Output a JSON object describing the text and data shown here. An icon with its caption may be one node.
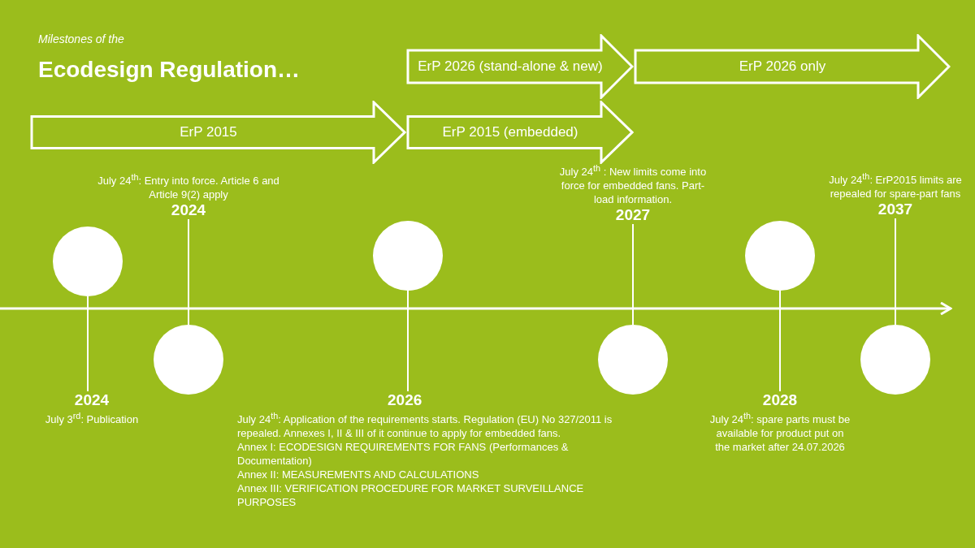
{
  "diagram": {
    "title": "Ecodesign Regulation…",
    "nodes": [
      {
        "text": [
          "ErP 2026 (stand-alone & new)"
        ]
      },
      {
        "text": [
          "ErP 2026 only"
        ]
      },
      {
        "text": [
          "ErP 2015"
        ]
      },
      {
        "text": [
          "ErP 2015 (embedded)"
        ]
      },
      {
        "text": [
          "July 24$^{th}$: Entry into force. Article 6 and Article 9(2) apply",
          "2024"
        ]
      },
      {
        "text": [
          "July 24$^{th}$ : New limits come into force for embedded fans. Part-load information.",
          "2027"
        ]
      },
      {
        "text": [
          "July 24$^{th}$: ErP2015 limits are repealed for spare-part fans",
          "2037"
        ]
      },
      {
        "text": [],
        "shape": "circle"
      },
      {
        "text": [],
        "shape": "circle"
      },
      {
        "text": [],
        "shape": "circle"
      },
      {
        "text": [],
        "shape": "circle"
      },
      {
        "text": [],
        "shape": "circle"
      },
      {
        "text": [],
        "shape": "circle"
      },
      {
        "text": [
          "2024",
          "July 3$^{rd}$: Publication"
        ]
      },
      {
        "text": [
          "2026",
          "July 24$^{th}$: Application of the requirements starts. Regulation (EU) No 327/2011 is repealed. Annexes I, II & III of it continue to apply for embedded fans.",
          "Annex I: ECODESIGN REQUIREMENTS FOR FANS (Performances & Documentation)",
          "Annex II: MEASUREMENTS AND CALCULATIONS",
          "Annex III: VERIFICATION PROCEDURE FOR MARKET SURVEILLANCE PURPOSES"
        ]
      },
      {
        "text": [
          "2028",
          "July 24$^{th}$: spare parts must be available for product put on the market after 24.07.2026"
        ]
      }
    ],
    "edges": [
      {
        "from": 7,
        "to": 13,
        "arrow": "none"
      },
      {
        "from": 8,
        "to": 4,
        "arrow": "none"
      },
      {
        "from": 9,
        "to": 14,
        "arrow": "none"
      },
      {
        "from": 10,
        "to": 5,
        "arrow": "none"
      },
      {
        "from": 11,
        "to": 15,
        "arrow": "none"
      },
      {
        "from": 12,
        "to": 6,
        "arrow": "none"
      }
    ],
    "labels": [
      "Milestones of the"
    ]
  }
}
